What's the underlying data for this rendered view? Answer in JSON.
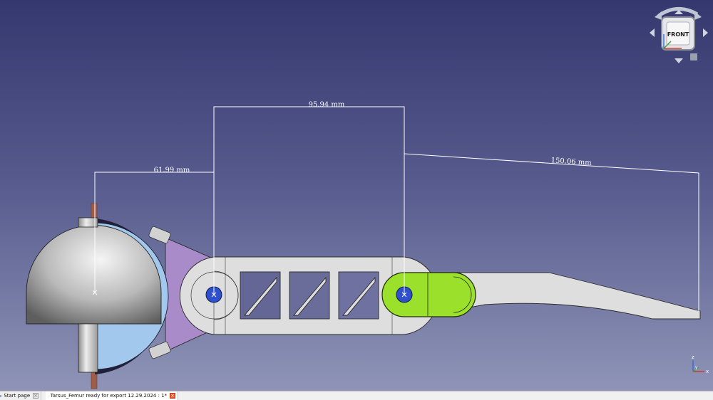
{
  "viewport": {
    "navcube": {
      "face_label": "FRONT",
      "icon": "navigation-cube-icon"
    },
    "dimensions": [
      {
        "id": "dim-left",
        "value": "61.99 mm"
      },
      {
        "id": "dim-middle",
        "value": "95.94 mm"
      },
      {
        "id": "dim-right",
        "value": "150.06 mm"
      }
    ],
    "axis": {
      "z": "z",
      "y": "y",
      "x": "x"
    },
    "colors": {
      "background_top": "#35386e",
      "background_bottom": "#8f94b7",
      "link_gray": "#dcdcdc",
      "purple_part": "#a98cc9",
      "green_part": "#9be02a",
      "blue_pin": "#2e4fc9",
      "light_blue_part": "#9cc2ea"
    }
  },
  "tabs": [
    {
      "label": "Start page",
      "icon": "gear-icon",
      "active": false
    },
    {
      "label": "Tarsus_Femur ready for export 12.29.2024 : 1*",
      "icon": "freecad-document-icon",
      "active": true
    }
  ]
}
